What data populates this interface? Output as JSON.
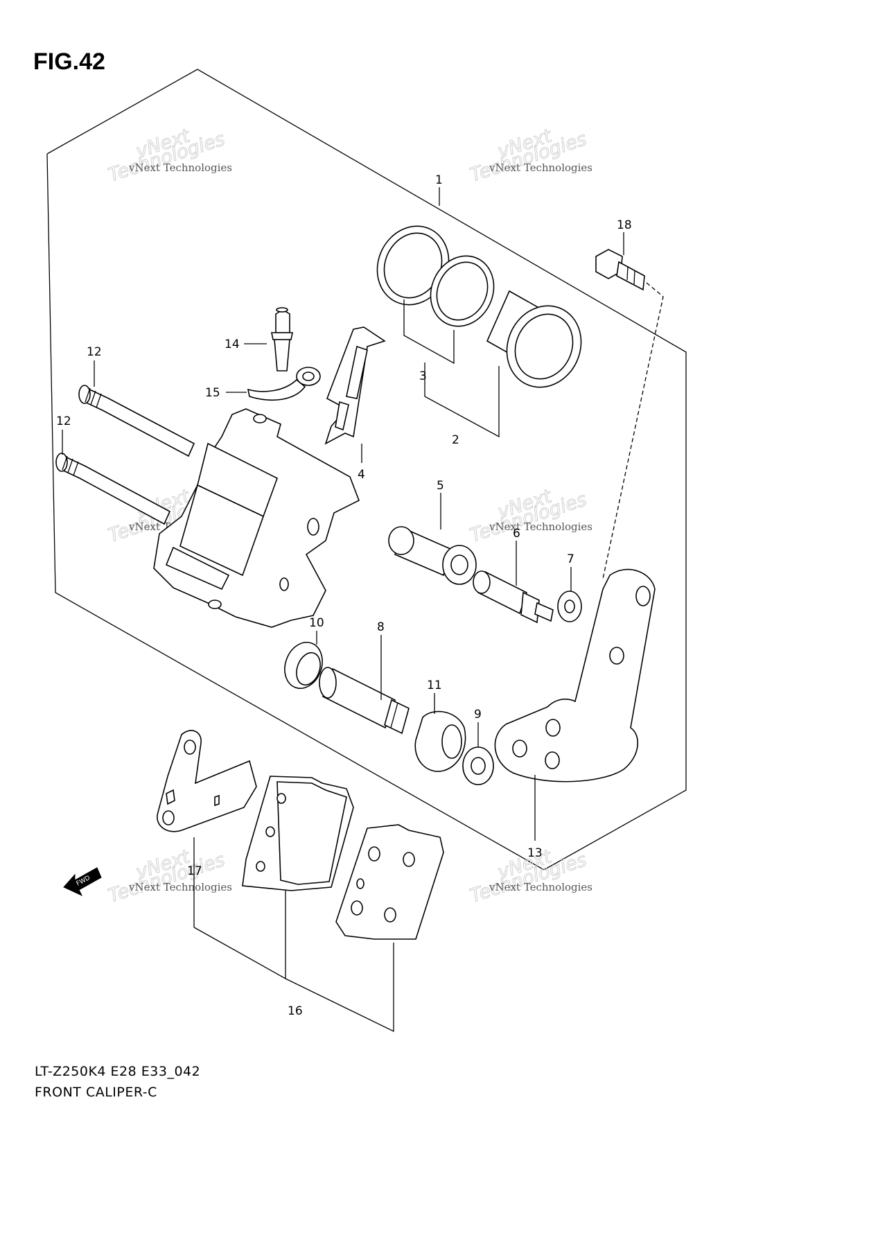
{
  "figure": {
    "title": "FIG.42"
  },
  "footer": {
    "model_code": "LT-Z250K4 E28 E33_042",
    "section_name": "FRONT CALIPER-C"
  },
  "callouts": [
    "1",
    "2",
    "3",
    "4",
    "5",
    "6",
    "7",
    "8",
    "9",
    "10",
    "11",
    "12",
    "12",
    "13",
    "14",
    "15",
    "16",
    "17",
    "18"
  ],
  "direction_arrow": {
    "label": "FWD"
  },
  "watermark": {
    "line1": "vNext",
    "line2": "Technologies",
    "brand": "vNext Technologies"
  }
}
